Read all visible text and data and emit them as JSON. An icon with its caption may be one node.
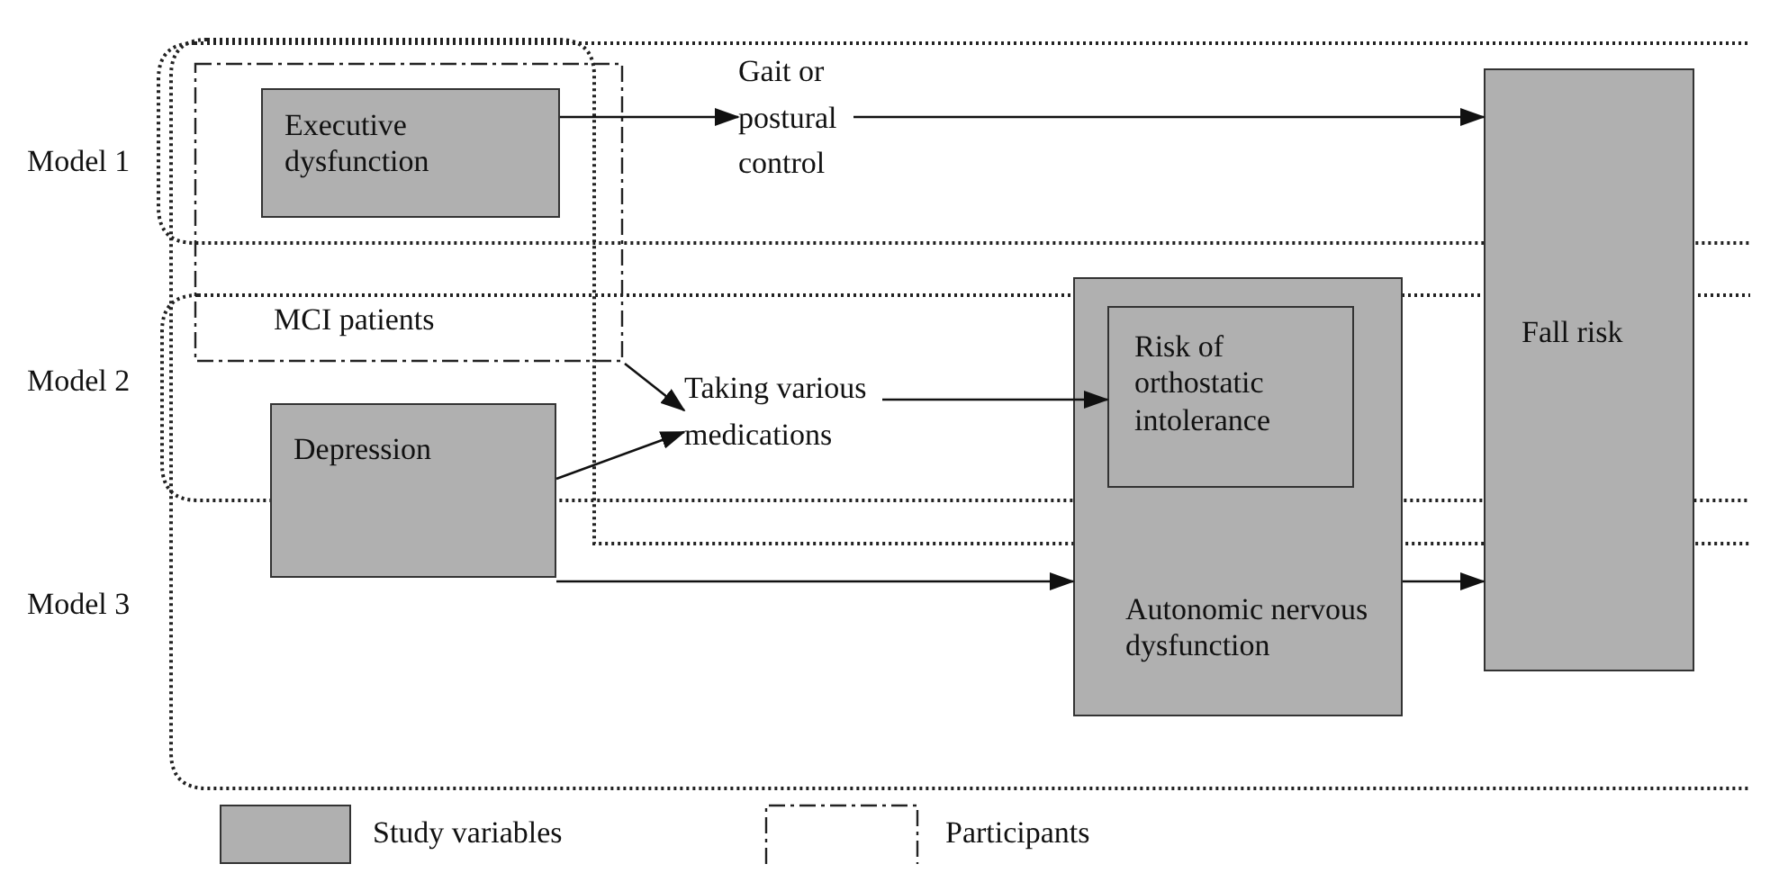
{
  "diagram": {
    "nodes": [
      {
        "text": [
          "MCI patients"
        ]
      },
      {
        "text": [
          "Executive dysfunction"
        ],
        "in": 0
      },
      {
        "text": [
          "Gait or postural control"
        ]
      },
      {
        "text": [
          "Fall risk"
        ]
      },
      {
        "text": [
          "Taking various medications"
        ]
      },
      {
        "text": [
          "Autonomic nervous dysfunction"
        ]
      },
      {
        "text": [
          "Risk of orthostatic intolerance"
        ],
        "in": 5
      },
      {
        "text": [
          "Depression"
        ]
      }
    ],
    "edges": [
      {
        "from": 1,
        "to": 2,
        "arrow": "to"
      },
      {
        "from": 2,
        "to": 3,
        "arrow": "to"
      },
      {
        "from": 0,
        "to": 4,
        "arrow": "to"
      },
      {
        "from": 7,
        "to": 4,
        "arrow": "to"
      },
      {
        "from": 4,
        "to": 6,
        "arrow": "to"
      },
      {
        "from": 7,
        "to": 5,
        "arrow": "to"
      },
      {
        "from": 5,
        "to": 3,
        "arrow": "to"
      }
    ],
    "labels": [
      "Model 1",
      "Model 2",
      "Model 3"
    ],
    "legend": [
      {
        "text": "Study variables",
        "color": "#b0b0b0"
      },
      {
        "text": "Participants"
      }
    ]
  }
}
